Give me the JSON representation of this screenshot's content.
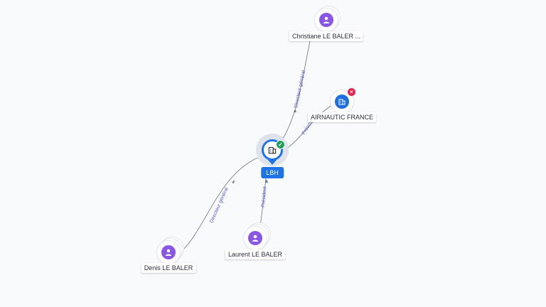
{
  "colors": {
    "person": "#8a56e8",
    "company": "#1f6fe0",
    "focus": "#1e73e8",
    "edge": "#6e7280",
    "edge_label": "#5a58c8",
    "status_ok": "#1e9e57",
    "status_closed": "#e0244c"
  },
  "focus": {
    "label": "LBH",
    "icon": "building-icon",
    "status": "active-check-icon"
  },
  "nodes": {
    "christiane": {
      "label": "Christiane LE BALER ...",
      "icon": "person-icon"
    },
    "airnautic": {
      "label": "AIRNAUTIC FRANCE",
      "icon": "building-icon",
      "status": "closed-x-icon"
    },
    "denis": {
      "label": "Denis LE BALER",
      "icon": "person-icon"
    },
    "laurent": {
      "label": "Laurent LE BALER",
      "icon": "person-icon"
    }
  },
  "edges": {
    "christiane_lbh": "Directeur général",
    "airnautic_lbh": "Président",
    "denis_lbh": "Directeur général",
    "laurent_lbh": "Président"
  },
  "badges": {
    "closed": "×",
    "ok": "✓"
  }
}
